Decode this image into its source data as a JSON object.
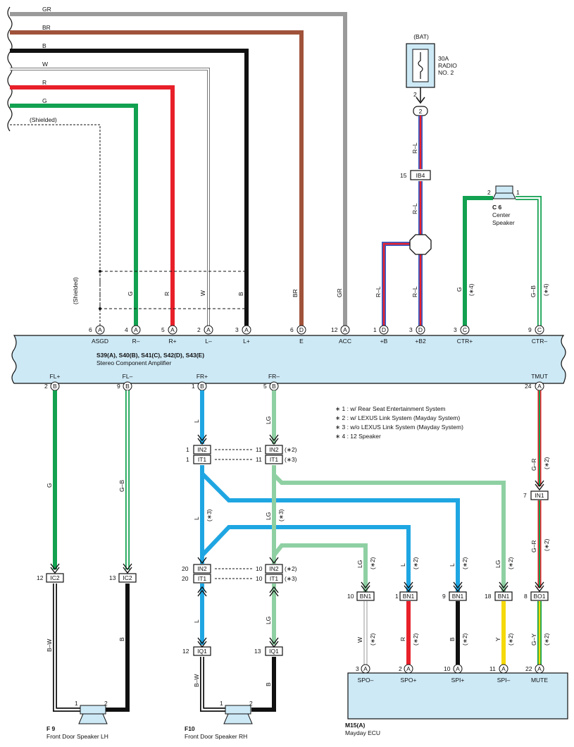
{
  "amplifier": {
    "code": "S39(A), S40(B), S41(C), S42(D), S43(E)",
    "name": "Stereo Component Amplifier",
    "top_pins": [
      {
        "num": "6",
        "conn": "A",
        "label": "ASGD"
      },
      {
        "num": "4",
        "conn": "A",
        "label": "R–"
      },
      {
        "num": "5",
        "conn": "A",
        "label": "R+"
      },
      {
        "num": "2",
        "conn": "A",
        "label": "L–"
      },
      {
        "num": "3",
        "conn": "A",
        "label": "L+"
      },
      {
        "num": "6",
        "conn": "D",
        "label": "E"
      },
      {
        "num": "12",
        "conn": "A",
        "label": "ACC"
      },
      {
        "num": "1",
        "conn": "D",
        "label": "+B"
      },
      {
        "num": "3",
        "conn": "D",
        "label": "+B2"
      },
      {
        "num": "3",
        "conn": "C",
        "label": "CTR+"
      },
      {
        "num": "9",
        "conn": "C",
        "label": "CTR–"
      }
    ],
    "bottom_pins": [
      {
        "num": "2",
        "conn": "B",
        "label": "FL+"
      },
      {
        "num": "9",
        "conn": "B",
        "label": "FL–"
      },
      {
        "num": "1",
        "conn": "B",
        "label": "FR+"
      },
      {
        "num": "5",
        "conn": "B",
        "label": "FR–"
      },
      {
        "num": "24",
        "conn": "A",
        "label": "TMUT"
      }
    ]
  },
  "top_wires": [
    "GR",
    "BR",
    "B",
    "W",
    "R",
    "G",
    "(Shielded)"
  ],
  "wire_labels": {
    "shielded": "(Shielded)",
    "g": "G",
    "r": "R",
    "w": "W",
    "b": "B",
    "br": "BR",
    "gr": "GR",
    "rl1": "R–L",
    "rl2": "R–L",
    "rl3": "R–L",
    "rl4": "R–L",
    "g_ctr": "G",
    "gb_ctr": "G–B",
    "note4a": "(∗4)",
    "note4b": "(∗4)"
  },
  "fuse": {
    "supply": "(BAT)",
    "rating": "30A",
    "name1": "RADIO",
    "name2": "NO. 2",
    "pin": "2",
    "circle": "2"
  },
  "ib4": {
    "pin": "15",
    "name": "IB4"
  },
  "center_speaker": {
    "code": "C 6",
    "name1": "Center",
    "name2": "Speaker",
    "pin_left": "2",
    "pin_right": "1"
  },
  "notes": [
    "∗ 1 : w/ Rear Seat Entertainment System",
    "∗ 2 : w/ LEXUS Link System (Mayday System)",
    "∗ 3 : w/o LEXUS Link System (Mayday System)",
    "∗ 4 : 12 Speaker"
  ],
  "connectors": {
    "in2_top": {
      "lpin": "1",
      "name": "IN2",
      "rpin": "11",
      "rname": "IN2",
      "note": "(∗2)"
    },
    "it1_top": {
      "lpin": "1",
      "name": "IT1",
      "rpin": "11",
      "rname": "IT1",
      "note": "(∗3)"
    },
    "in2_bot": {
      "lpin": "20",
      "name": "IN2",
      "rpin": "10",
      "rname": "IN2",
      "note": "(∗2)"
    },
    "it1_bot": {
      "lpin": "20",
      "name": "IT1",
      "rpin": "10",
      "rname": "IT1",
      "note": "(∗3)"
    },
    "ic2_a": {
      "pin": "12",
      "name": "IC2"
    },
    "ic2_b": {
      "pin": "13",
      "name": "IC2"
    },
    "iq1_a": {
      "pin": "12",
      "name": "IQ1"
    },
    "iq1_b": {
      "pin": "13",
      "name": "IQ1"
    },
    "in1": {
      "pin": "7",
      "name": "IN1"
    },
    "bn1_a": {
      "pin": "10",
      "name": "BN1"
    },
    "bn1_b": {
      "pin": "1",
      "name": "BN1"
    },
    "bn1_c": {
      "pin": "9",
      "name": "BN1"
    },
    "bn1_d": {
      "pin": "18",
      "name": "BN1"
    },
    "bo1": {
      "pin": "8",
      "name": "BO1"
    }
  },
  "lower_wire_labels": {
    "fl_g": "G",
    "fl_gb": "G–B",
    "fr_l": "L",
    "fr_lg": "LG",
    "mid_l": "L",
    "mid_l_note": "(∗3)",
    "mid_lg": "LG",
    "mid_lg_note": "(∗3)",
    "low_l": "L",
    "low_lg": "LG",
    "bw1": "B–W",
    "b1": "B",
    "bw2": "B–W",
    "b2": "B",
    "tmut_gr": "G–R",
    "tmut_note": "(∗2)",
    "tmut_gr2": "G–R",
    "tmut_note2": "(∗2)",
    "ecu_lg": "LG",
    "ecu_l1": "L",
    "ecu_l2": "L",
    "ecu_lg2": "LG",
    "ecu_w": "W",
    "ecu_r": "R",
    "ecu_b": "B",
    "ecu_y": "Y",
    "ecu_gy": "G–Y",
    "n2": "(∗2)"
  },
  "speaker_lh": {
    "code": "F 9",
    "name": "Front Door Speaker LH",
    "pin1": "1",
    "pin2": "2"
  },
  "speaker_rh": {
    "code": "F10",
    "name": "Front Door Speaker RH",
    "pin1": "1",
    "pin2": "2"
  },
  "ecu": {
    "code": "M15(A)",
    "name": "Mayday ECU",
    "pins": [
      {
        "num": "3",
        "conn": "A",
        "label": "SPO–"
      },
      {
        "num": "2",
        "conn": "A",
        "label": "SPO+"
      },
      {
        "num": "10",
        "conn": "A",
        "label": "SPI+"
      },
      {
        "num": "11",
        "conn": "A",
        "label": "SPI–"
      },
      {
        "num": "22",
        "conn": "A",
        "label": "MUTE"
      }
    ]
  },
  "colors": {
    "gray": "#9a9a9a",
    "brown": "#a0533a",
    "black": "#111111",
    "red": "#e8202a",
    "green": "#12a150",
    "blue": "#1fa6e2",
    "lightgreen": "#8fd0a3",
    "yellow": "#f5d90a",
    "amp_fill": "#cde9f6",
    "ecu_fill": "#cde9f6"
  }
}
